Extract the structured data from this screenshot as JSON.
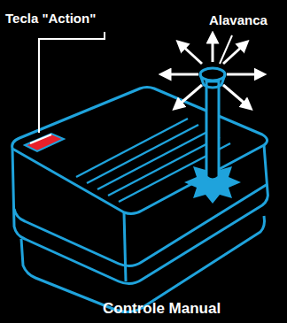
{
  "diagram": {
    "caption": "Controle Manual",
    "labels": [
      "Tecla \"Action\"",
      "Alavanca"
    ]
  }
}
